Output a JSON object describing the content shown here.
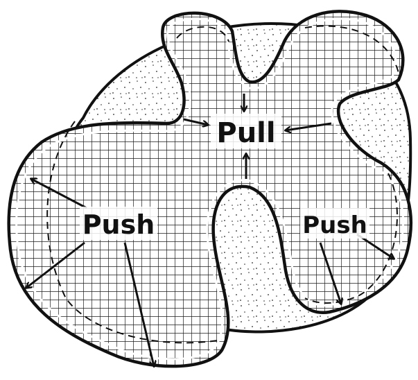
{
  "labels": {
    "center": "Pull",
    "left": "Push",
    "right": "Push"
  },
  "colors": {
    "ink": "#111111",
    "grid": "#1a1a1a",
    "paper": "#ffffff",
    "stipple": "#222222"
  },
  "icons": {
    "arrow": "arrow-icon",
    "dashed_boundary": "dashed-boundary"
  }
}
